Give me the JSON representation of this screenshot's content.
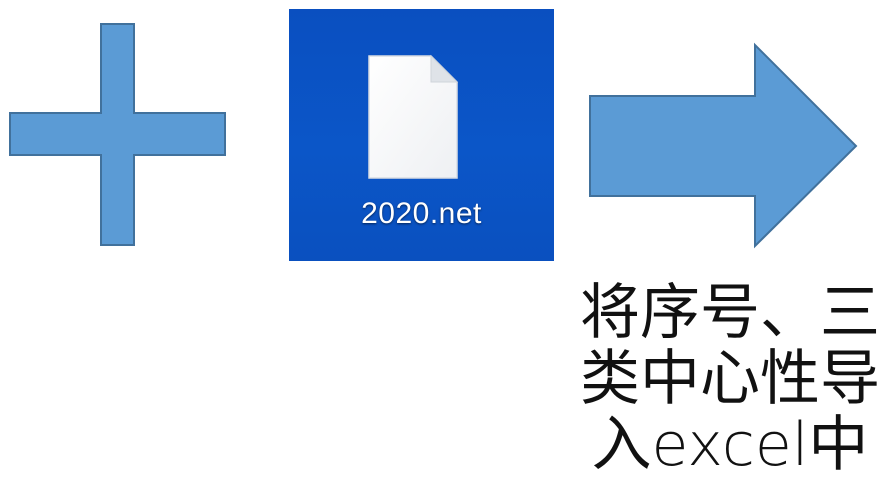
{
  "diagram": {
    "file_tile": {
      "filename": "2020.net",
      "icon": "blank-file-icon",
      "background_color": "#0b54c6"
    },
    "plus_symbol": {
      "icon": "plus-icon",
      "fill_color": "#5b9bd5",
      "stroke_color": "#41719c"
    },
    "arrow": {
      "icon": "right-arrow-icon",
      "fill_color": "#5b9bd5",
      "stroke_color": "#41719c"
    },
    "caption_lines": [
      "将序号、三",
      "类中心性导",
      "入excel中"
    ]
  }
}
